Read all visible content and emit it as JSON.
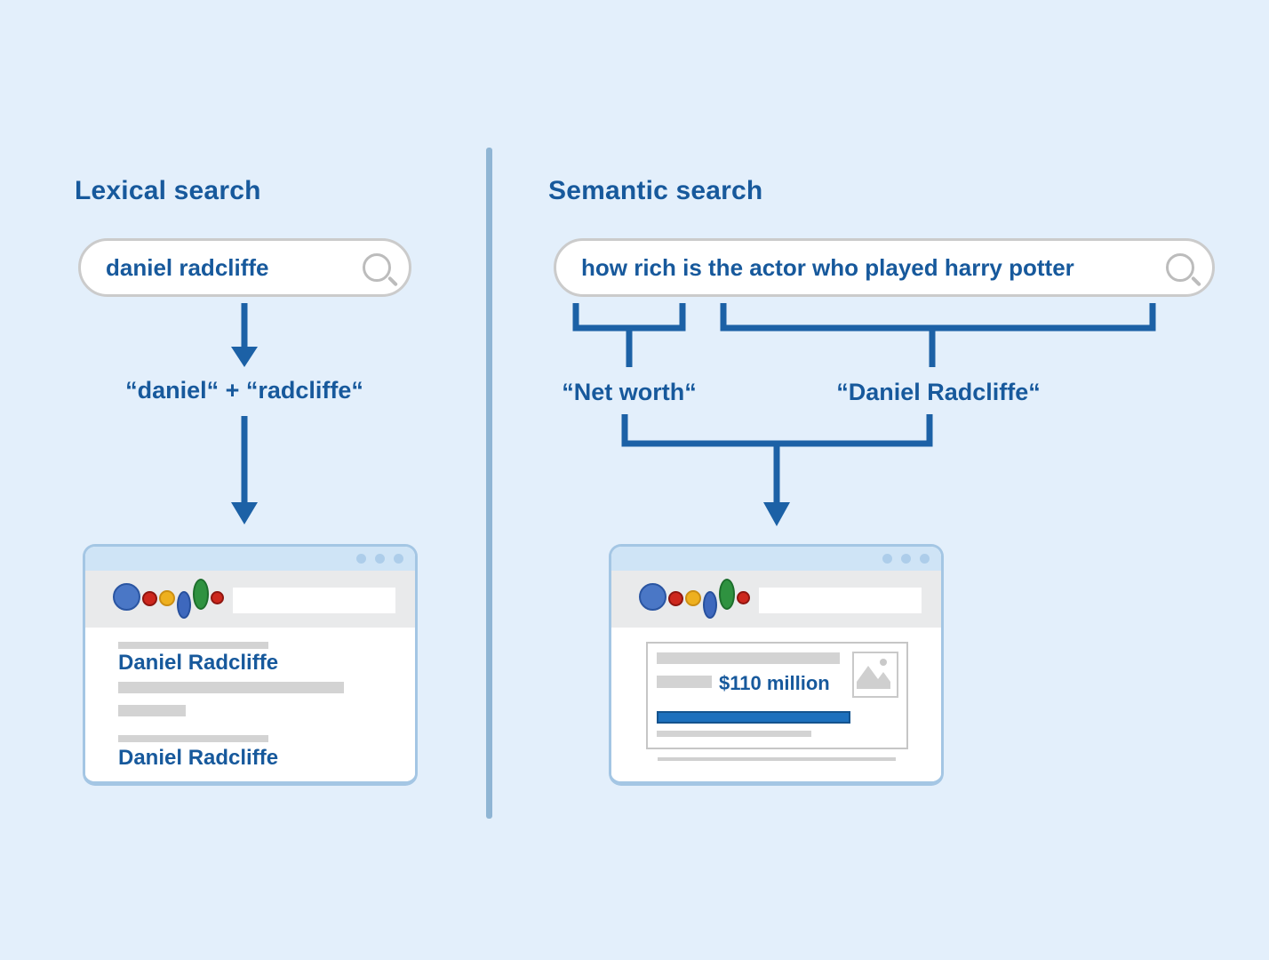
{
  "colors": {
    "background": "#e3effb",
    "text_blue": "#17599c",
    "connector_blue": "#1c61a6",
    "divider_blue": "#8fb5d4",
    "window_border": "#a4c6e4",
    "titlebar": "#cfe4f6",
    "placeholder_gray": "#d3d3d3",
    "answer_bar_blue": "#1d70bd",
    "logo_blue": "#4a77c6",
    "logo_red": "#cd271d",
    "logo_yellow": "#eeb01f",
    "logo_green": "#2f9240"
  },
  "left": {
    "title": "Lexical search",
    "search_query": "daniel radcliffe",
    "search_icon": "magnifier-icon",
    "tokens_label": "“daniel“ + “radcliffe“",
    "browser": {
      "window_controls": "three-dots",
      "logo": "google-like-logo",
      "search_input_value": "",
      "results": [
        {
          "title": "Daniel Radcliffe"
        },
        {
          "title": "Daniel Radcliffe"
        }
      ]
    }
  },
  "right": {
    "title": "Semantic search",
    "search_query": "how rich is the actor who played harry potter",
    "search_icon": "magnifier-icon",
    "concepts": [
      {
        "label": "“Net worth“"
      },
      {
        "label": "“Daniel Radcliffe“"
      }
    ],
    "browser": {
      "window_controls": "three-dots",
      "logo": "google-like-logo",
      "search_input_value": "",
      "answer": "$110 million",
      "answer_image": "image-placeholder-icon"
    }
  }
}
